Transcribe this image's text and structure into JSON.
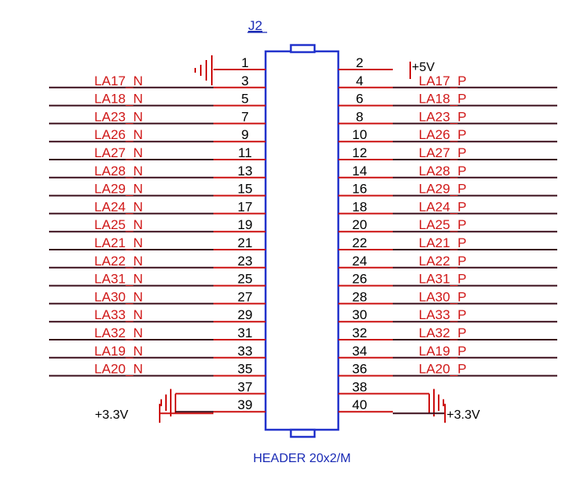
{
  "component": {
    "refdes": "J2",
    "part_value": "HEADER 20x2/M"
  },
  "colors": {
    "body_outline": "#2233cc",
    "pin_wire": "#cc1111",
    "net_wire": "#3a0d1a",
    "net_label": "#d01818",
    "text": "#000000"
  },
  "pins_left": [
    {
      "pin": "1",
      "net": "",
      "kind": "ground"
    },
    {
      "pin": "3",
      "net": "LA17_N",
      "kind": "signal"
    },
    {
      "pin": "5",
      "net": "LA18_N",
      "kind": "signal"
    },
    {
      "pin": "7",
      "net": "LA23_N",
      "kind": "signal"
    },
    {
      "pin": "9",
      "net": "LA26_N",
      "kind": "signal"
    },
    {
      "pin": "11",
      "net": "LA27_N",
      "kind": "signal"
    },
    {
      "pin": "13",
      "net": "LA28_N",
      "kind": "signal"
    },
    {
      "pin": "15",
      "net": "LA29_N",
      "kind": "signal"
    },
    {
      "pin": "17",
      "net": "LA24_N",
      "kind": "signal"
    },
    {
      "pin": "19",
      "net": "LA25_N",
      "kind": "signal"
    },
    {
      "pin": "21",
      "net": "LA21_N",
      "kind": "signal"
    },
    {
      "pin": "23",
      "net": "LA22_N",
      "kind": "signal"
    },
    {
      "pin": "25",
      "net": "LA31_N",
      "kind": "signal"
    },
    {
      "pin": "27",
      "net": "LA30_N",
      "kind": "signal"
    },
    {
      "pin": "29",
      "net": "LA33_N",
      "kind": "signal"
    },
    {
      "pin": "31",
      "net": "LA32_N",
      "kind": "signal"
    },
    {
      "pin": "33",
      "net": "LA19_N",
      "kind": "signal"
    },
    {
      "pin": "35",
      "net": "LA20_N",
      "kind": "signal"
    },
    {
      "pin": "37",
      "net": "",
      "kind": "ground"
    },
    {
      "pin": "39",
      "net": "+3.3V",
      "kind": "power"
    }
  ],
  "pins_right": [
    {
      "pin": "2",
      "net": "+5V",
      "kind": "power"
    },
    {
      "pin": "4",
      "net": "LA17_P",
      "kind": "signal"
    },
    {
      "pin": "6",
      "net": "LA18_P",
      "kind": "signal"
    },
    {
      "pin": "8",
      "net": "LA23_P",
      "kind": "signal"
    },
    {
      "pin": "10",
      "net": "LA26_P",
      "kind": "signal"
    },
    {
      "pin": "12",
      "net": "LA27_P",
      "kind": "signal"
    },
    {
      "pin": "14",
      "net": "LA28_P",
      "kind": "signal"
    },
    {
      "pin": "16",
      "net": "LA29_P",
      "kind": "signal"
    },
    {
      "pin": "18",
      "net": "LA24_P",
      "kind": "signal"
    },
    {
      "pin": "20",
      "net": "LA25_P",
      "kind": "signal"
    },
    {
      "pin": "22",
      "net": "LA21_P",
      "kind": "signal"
    },
    {
      "pin": "24",
      "net": "LA22_P",
      "kind": "signal"
    },
    {
      "pin": "26",
      "net": "LA31_P",
      "kind": "signal"
    },
    {
      "pin": "28",
      "net": "LA30_P",
      "kind": "signal"
    },
    {
      "pin": "30",
      "net": "LA33_P",
      "kind": "signal"
    },
    {
      "pin": "32",
      "net": "LA32_P",
      "kind": "signal"
    },
    {
      "pin": "34",
      "net": "LA19_P",
      "kind": "signal"
    },
    {
      "pin": "36",
      "net": "LA20_P",
      "kind": "signal"
    },
    {
      "pin": "38",
      "net": "",
      "kind": "ground"
    },
    {
      "pin": "40",
      "net": "+3.3V",
      "kind": "power"
    }
  ]
}
